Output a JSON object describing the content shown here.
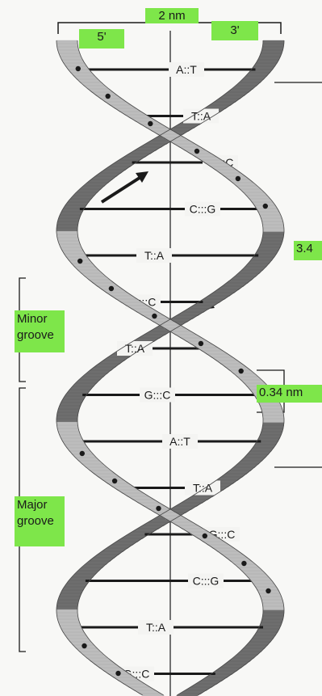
{
  "labels": {
    "width": "2 nm",
    "strand_left": "5'",
    "strand_right": "3'",
    "pitch": "3.4",
    "rise": "0.34 nm",
    "minor_groove": "Minor\ngroove",
    "major_groove": "Major\ngroove"
  },
  "base_pairs": [
    "A::T",
    "T::A",
    "G:::C",
    "C:::G",
    "T::A",
    "G:::C",
    "T::A",
    "G:::C",
    "A::T",
    "T::A",
    "G:::C",
    "C:::G",
    "T::A",
    "G:::C"
  ],
  "colors": {
    "highlight": "#7ee64a",
    "backbone_front": "#bdbdbd",
    "backbone_back": "#6e6e6e",
    "ink": "#1a1a1a"
  }
}
